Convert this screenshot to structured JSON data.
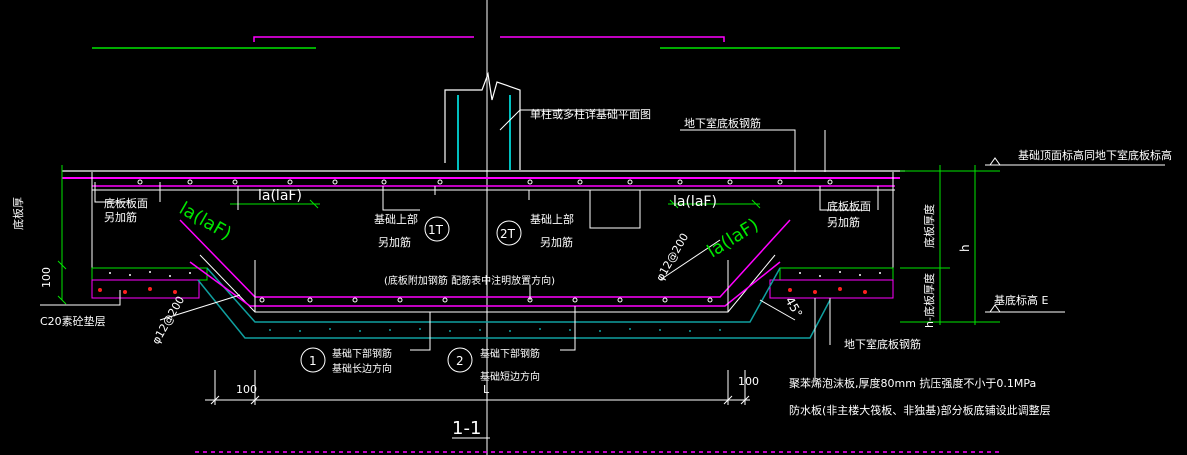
{
  "colors": {
    "background": "#000000",
    "white": "#ffffff",
    "green": "#00e600",
    "magenta": "#ff00ff",
    "cyan": "#00ffff",
    "red": "#ff2020",
    "yellow": "#ffff00",
    "teal": "#10a0a0"
  },
  "labels": {
    "single_column": "单柱或多柱详基础平面图",
    "basement_slab_bar_top": "地下室底板钢筋",
    "top_elevation": "基础顶面标高同地下室底板标高",
    "slab_thickness": "底板厚",
    "slab_face_left_1": "底板板面",
    "slab_face_left_2": "另加筋",
    "la_left": "la(laF)",
    "la_right": "la(laF)",
    "la_diag_left": "la(laF)",
    "la_diag_right": "la(laF)",
    "found_top_1a": "基础上部",
    "found_top_1b": "另加筋",
    "found_top_2a": "基础上部",
    "found_top_2b": "另加筋",
    "circle_1t": "1T",
    "circle_2t": "2T",
    "slab_face_right_1": "底板板面",
    "slab_face_right_2": "另加筋",
    "slab_thickness_r": "底板厚度",
    "h_symbol": "h",
    "h_minus": "h-底板厚度",
    "found_bottom_elev": "基底标高 E",
    "dim_100_left": "100",
    "c20": "C20素砼垫层",
    "bar_phi_left": "φ12@200",
    "bar_phi_right": "φ12@200",
    "note_addbar": "(底板附加钢筋 配筋表中注明放置方向)",
    "angle": "45°",
    "basement_slab_bar_bottom": "地下室底板钢筋",
    "circle_1": "1",
    "circle_2": "2",
    "bot_bar_1a": "基础下部钢筋",
    "bot_bar_1b": "基础长边方向",
    "bot_bar_2a": "基础下部钢筋",
    "bot_bar_2b": "基础短边方向",
    "dim_100_b1": "100",
    "dim_100_b2": "100",
    "dim_L": "L",
    "note_membrane": "聚苯烯泡沫板,厚度80mm 抗压强度不小于0.1MPa",
    "note_waterproof": "防水板(非主楼大筏板、非独基)部分板底铺设此调整层",
    "section_title": "1-1"
  }
}
